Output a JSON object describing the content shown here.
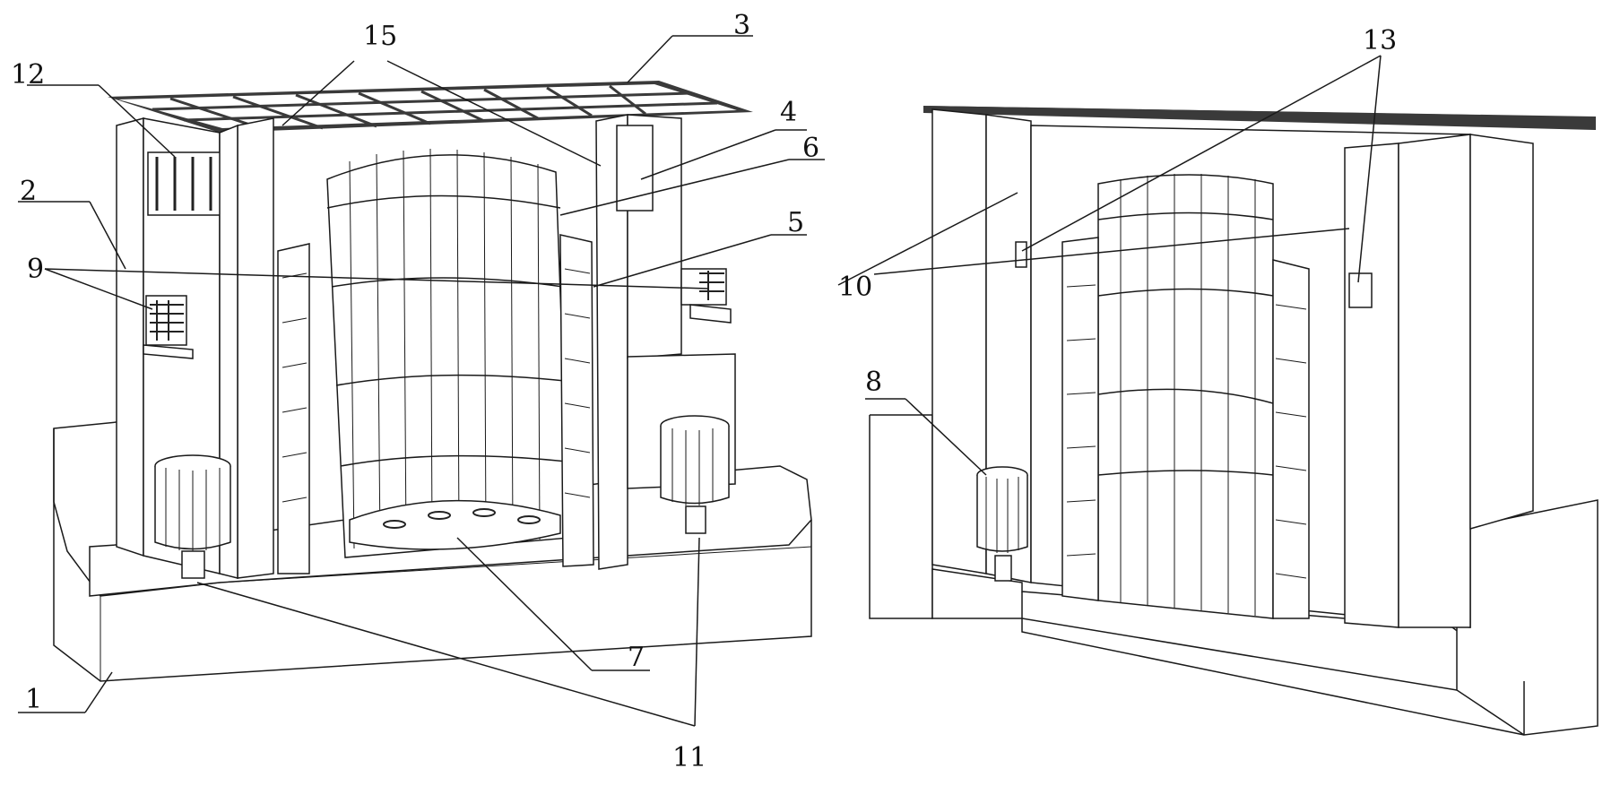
{
  "labels": {
    "n1": "1",
    "n2": "2",
    "n3": "3",
    "n4": "4",
    "n5": "5",
    "n6": "6",
    "n7": "7",
    "n8": "8",
    "n9": "9",
    "n10": "10",
    "n11": "11",
    "n12": "12",
    "n13": "13",
    "n15": "15"
  }
}
